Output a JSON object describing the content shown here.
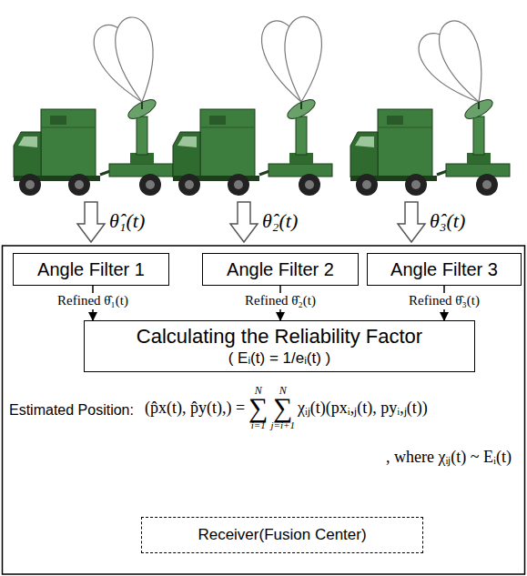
{
  "diagram": {
    "nodes": [
      {
        "text": [
          "Angle Filter 1"
        ]
      },
      {
        "text": [
          "Angle Filter 2"
        ]
      },
      {
        "text": [
          "Angle Filter 3"
        ]
      },
      {
        "text": [
          "Calculating the Reliability Factor",
          "( Eᵢ(t) = 1/eᵢ(t) )"
        ]
      },
      {
        "text": [
          "Receiver(Fusion Center)"
        ]
      }
    ],
    "edges": [
      {
        "from": 0,
        "to": 3,
        "arrow": "to",
        "label": "Refined θ̂₁(t)"
      },
      {
        "from": 1,
        "to": 3,
        "arrow": "to",
        "label": "Refined θ̂₂(t)"
      },
      {
        "from": 2,
        "to": 3,
        "arrow": "to",
        "label": "Refined θ̂₃(t)"
      }
    ],
    "labels": [
      "θ̂₁(t)",
      "θ̂₂(t)",
      "θ̂₃(t)",
      "Estimated Position:",
      "(p̂x(t), p̂y(t),) =",
      "N",
      "∑",
      "i=1",
      "N",
      "∑",
      "j=i+1",
      "χᵢⱼ(t)(pxᵢ,ⱼ(t), pyᵢ,ⱼ(t))",
      ", where χᵢⱼ(t) ~ Eᵢ(t)"
    ]
  }
}
